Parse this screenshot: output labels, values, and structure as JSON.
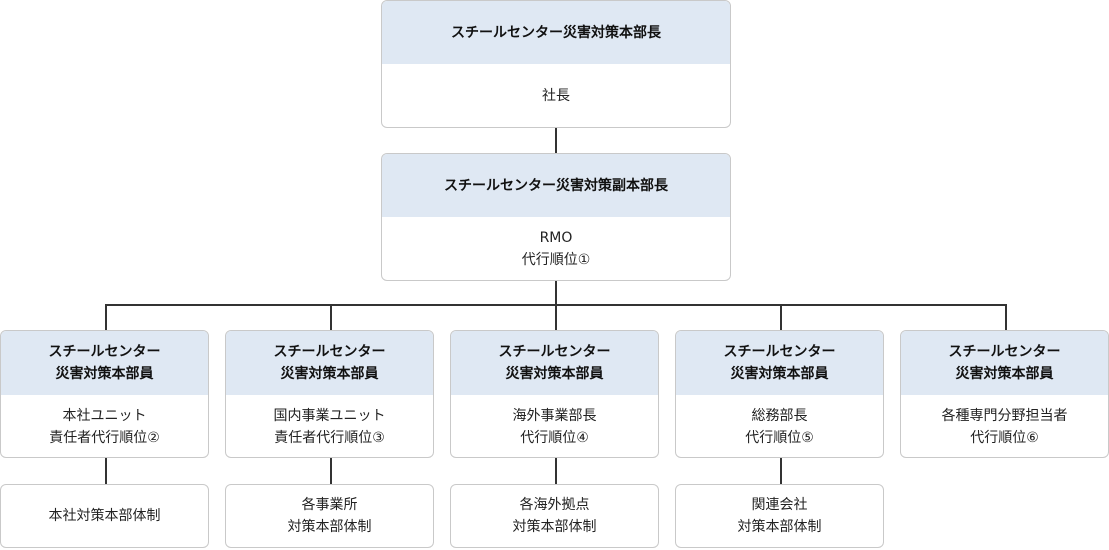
{
  "top": {
    "title": "スチールセンター災害対策本部長",
    "body": [
      "社長"
    ]
  },
  "deputy": {
    "title": "スチールセンター災害対策副本部長",
    "body": [
      "RMO",
      "代行順位①"
    ]
  },
  "members": [
    {
      "title": [
        "スチールセンター",
        "災害対策本部員"
      ],
      "body": [
        "本社ユニット",
        "責任者代行順位②"
      ],
      "sub": [
        "本社対策本部体制"
      ]
    },
    {
      "title": [
        "スチールセンター",
        "災害対策本部員"
      ],
      "body": [
        "国内事業ユニット",
        "責任者代行順位③"
      ],
      "sub": [
        "各事業所",
        "対策本部体制"
      ]
    },
    {
      "title": [
        "スチールセンター",
        "災害対策本部員"
      ],
      "body": [
        "海外事業部長",
        "代行順位④"
      ],
      "sub": [
        "各海外拠点",
        "対策本部体制"
      ]
    },
    {
      "title": [
        "スチールセンター",
        "災害対策本部員"
      ],
      "body": [
        "総務部長",
        "代行順位⑤"
      ],
      "sub": [
        "関連会社",
        "対策本部体制"
      ]
    },
    {
      "title": [
        "スチールセンター",
        "災害対策本部員"
      ],
      "body": [
        "各種専門分野担当者",
        "代行順位⑥"
      ],
      "sub": []
    }
  ]
}
